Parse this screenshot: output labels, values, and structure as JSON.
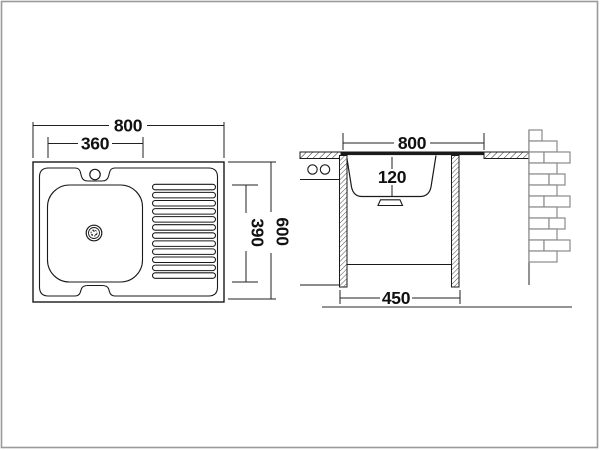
{
  "drawing": {
    "colors": {
      "line": "#1a1a1a",
      "page_border": "#9a9a9a",
      "brick": "#8a8a8a",
      "ground": "#555555"
    },
    "top_view": {
      "overall_width": "800",
      "bowl_width": "360",
      "overall_depth": "600",
      "bowl_depth": "390"
    },
    "section_view": {
      "overall_width": "800",
      "bowl_height": "120",
      "base_width": "450"
    }
  }
}
